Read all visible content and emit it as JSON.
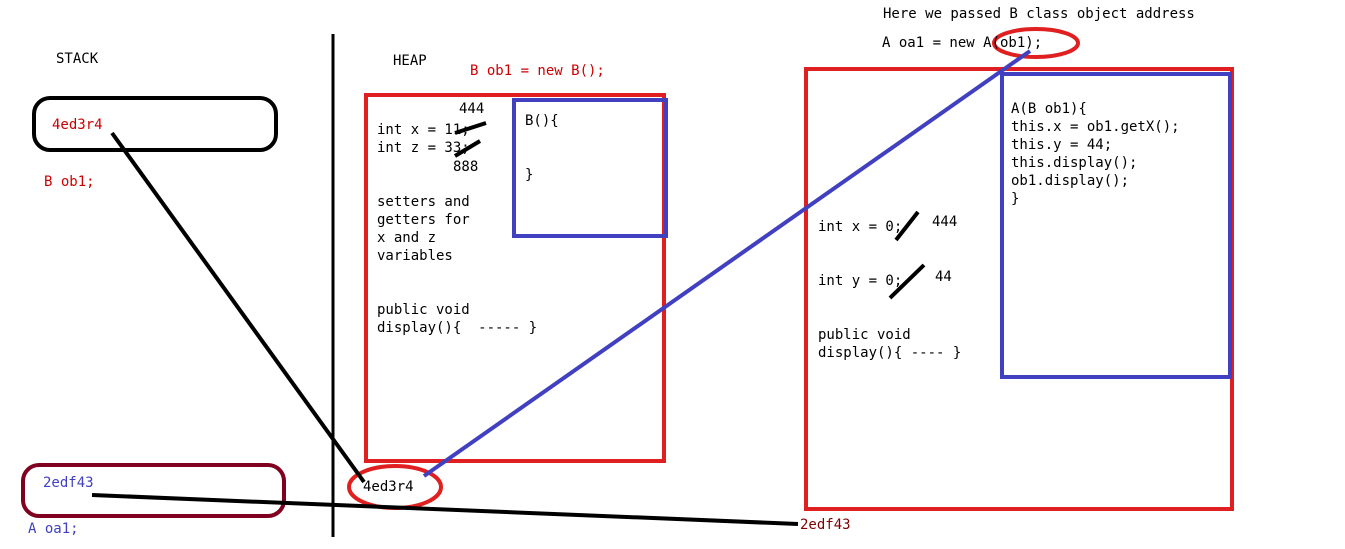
{
  "stack": {
    "title": "STACK",
    "b_ref_value": "4ed3r4",
    "b_ref_decl": "B ob1;",
    "a_ref_value": "2edf43",
    "a_ref_decl": "A oa1;"
  },
  "heap": {
    "title": "HEAP",
    "b_creation": "B ob1 = new B();",
    "b_object": {
      "x_new_value": "444",
      "x_line": "int x = 11;",
      "z_line": "int z = 33;",
      "z_new_value": "888",
      "methods_note": "setters and\ngetters for\nx and z\nvariables",
      "display_method": "public void\ndisplay(){  ----- }",
      "constructor_open": "B(){",
      "constructor_close": "}",
      "address": "4ed3r4"
    },
    "a_object": {
      "note": "Here we passed B class object address",
      "creation": "A oa1 = new A(ob1);",
      "x_line": "int x = 0;",
      "x_new_value": "444",
      "y_line": "int y = 0;",
      "y_new_value": "44",
      "display_method": "public void\ndisplay(){ ---- }",
      "constructor_body": "A(B ob1){\nthis.x = ob1.getX();\nthis.y = 44;\nthis.display();\nob1.display();\n}",
      "address": "2edf43"
    }
  },
  "colors": {
    "red": "#e02020",
    "blue": "#4040c0",
    "black": "#000000",
    "maroon": "#800020"
  }
}
